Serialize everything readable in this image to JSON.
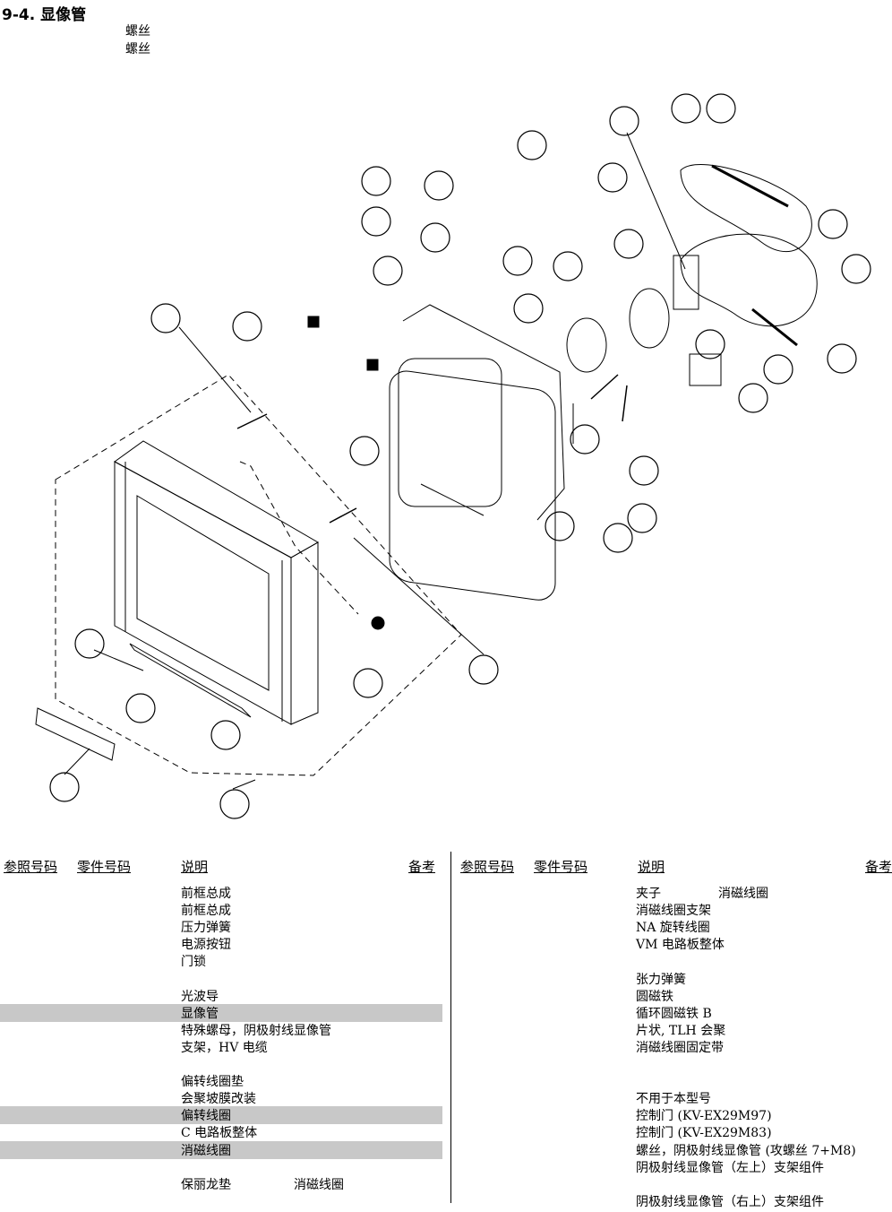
{
  "title": "9-4. 显像管",
  "screw_notes": [
    "螺丝",
    "螺丝"
  ],
  "table": {
    "headers": [
      "参照号码",
      "零件号码",
      "说明",
      "备考"
    ],
    "left_items": [
      {
        "desc": "前框总成",
        "desc2": ""
      },
      {
        "desc": "前框总成",
        "desc2": ""
      },
      {
        "desc": "压力弹簧",
        "desc2": ""
      },
      {
        "desc": "电源按钮",
        "desc2": ""
      },
      {
        "desc": "门锁",
        "desc2": ""
      },
      {
        "desc": "",
        "desc2": ""
      },
      {
        "desc": "光波导",
        "desc2": ""
      },
      {
        "desc": "显像管",
        "desc2": "",
        "highlight": true
      },
      {
        "desc": "特殊螺母，阴极射线显像管",
        "desc2": ""
      },
      {
        "desc": "支架，HV 电缆",
        "desc2": ""
      },
      {
        "desc": "",
        "desc2": ""
      },
      {
        "desc": "偏转线圈垫",
        "desc2": ""
      },
      {
        "desc": "会聚坡膜改装",
        "desc2": ""
      },
      {
        "desc": "偏转线圈",
        "desc2": "",
        "highlight": true
      },
      {
        "desc": "C 电路板整体",
        "desc2": ""
      },
      {
        "desc": "消磁线圈",
        "desc2": "",
        "highlight": true
      },
      {
        "desc": "",
        "desc2": ""
      },
      {
        "desc": "保丽龙垫",
        "desc2": "消磁线圈"
      }
    ],
    "right_items": [
      {
        "desc": "夹子",
        "desc2": "消磁线圈"
      },
      {
        "desc": "消磁线圈支架",
        "desc2": ""
      },
      {
        "desc": "NA 旋转线圈",
        "desc2": ""
      },
      {
        "desc": "VM 电路板整体",
        "desc2": ""
      },
      {
        "desc": "",
        "desc2": ""
      },
      {
        "desc": "张力弹簧",
        "desc2": ""
      },
      {
        "desc": "圆磁铁",
        "desc2": ""
      },
      {
        "desc": "循环圆磁铁 B",
        "desc2": ""
      },
      {
        "desc": "片状, TLH 会聚",
        "desc2": ""
      },
      {
        "desc": "消磁线圈固定带",
        "desc2": ""
      },
      {
        "desc": "",
        "desc2": ""
      },
      {
        "desc": "",
        "desc2": ""
      },
      {
        "desc": "不用于本型号",
        "desc2": ""
      },
      {
        "desc": "控制门 (KV-EX29M97)",
        "desc2": ""
      },
      {
        "desc": "控制门 (KV-EX29M83)",
        "desc2": ""
      },
      {
        "desc": "螺丝，阴极射线显像管 (攻螺丝 7+M8)",
        "desc2": ""
      },
      {
        "desc": "阴极射线显像管（左上）支架组件",
        "desc2": ""
      },
      {
        "desc": "",
        "desc2": ""
      },
      {
        "desc": "阴极射线显像管（右上）支架组件",
        "desc2": ""
      }
    ]
  }
}
